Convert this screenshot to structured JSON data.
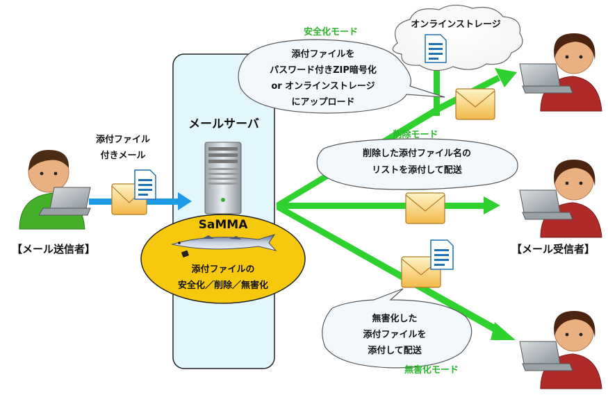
{
  "sender": {
    "label": "【メール送信者】",
    "note_line1": "添付ファイル",
    "note_line2": "付きメール"
  },
  "receiver": {
    "label": "【メール受信者】"
  },
  "server": {
    "title": "メールサーバ",
    "product": "SaMMA",
    "feature_line1": "添付ファイルの",
    "feature_line2": "安全化／削除／無害化"
  },
  "cloud": {
    "label": "オンラインストレージ"
  },
  "modes": {
    "safe": {
      "name": "安全化モード",
      "line1": "添付ファイルを",
      "line2": "パスワード付きZIP暗号化",
      "line3": "or オンラインストレージ",
      "line4": "にアップロード"
    },
    "delete": {
      "name": "削除モード",
      "line1": "削除した添付ファイル名の",
      "line2": "リストを添付して配送"
    },
    "sanitize": {
      "name": "無害化モード",
      "line1": "無害化した",
      "line2": "添付ファイルを",
      "line3": "添付して配送"
    }
  },
  "colors": {
    "arrow_green": "#2ed12e",
    "arrow_blue": "#1e9be6",
    "server_box": "#e3f6fb",
    "samma_fill": "#f7c90e",
    "sender_shirt": "#44b02a",
    "receiver_shirt": "#b02a2a"
  }
}
